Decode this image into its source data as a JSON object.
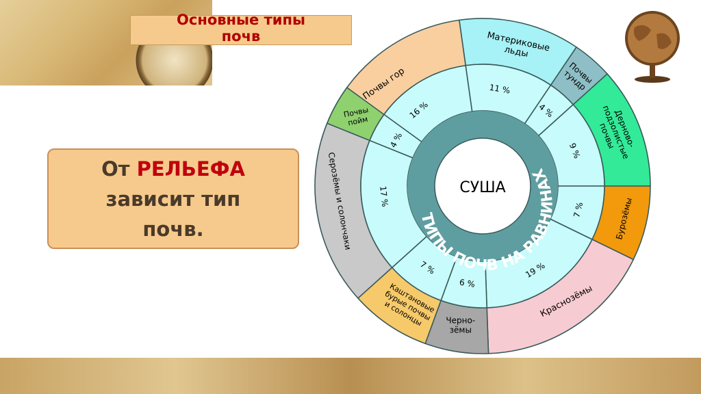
{
  "title": {
    "line1": "Основные типы",
    "line2": "почв"
  },
  "relief": {
    "part1": "От ",
    "accent": "РЕЛЬЕФА",
    "line2": "зависит тип",
    "line3": "почв."
  },
  "center": {
    "label": "СУША",
    "ring_label": "ТИПЫ ПОЧВ НА РАВНИНАХ"
  },
  "segments": [
    {
      "name": "Почвы гор",
      "percent": "16 %",
      "outer_color": "#f9cfa0"
    },
    {
      "name": "Материковые льды",
      "percent": "11 %",
      "outer_color": "#a6f2f6"
    },
    {
      "name": "Почвы тундр",
      "percent": "4 %",
      "outer_color": "#8fbfc6"
    },
    {
      "name": "Дерново-подзолистые почвы",
      "percent": "9 %",
      "outer_color": "#33ea98"
    },
    {
      "name": "Бурозёмы",
      "percent": "7 %",
      "outer_color": "#f29a0c"
    },
    {
      "name": "Краснозёмы",
      "percent": "19 %",
      "outer_color": "#f7cbd2"
    },
    {
      "name": "Черно-зёмы",
      "percent": "6 %",
      "outer_color": "#a7a7a7"
    },
    {
      "name": "Каштановые бурые почвы и солонцы",
      "percent": "7 %",
      "outer_color": "#f6c96a"
    },
    {
      "name": "Серозёмы и солончаки",
      "percent": "17 %",
      "outer_color": "#c9c9c9"
    },
    {
      "name": "Почвы пойм",
      "percent": "4 %",
      "outer_color": "#8fd16f"
    }
  ],
  "colors": {
    "inner_ring": "#c8fbfb",
    "band": "#5f9ea0",
    "title_text": "#b00000",
    "box_fill": "#f6ca8c"
  }
}
